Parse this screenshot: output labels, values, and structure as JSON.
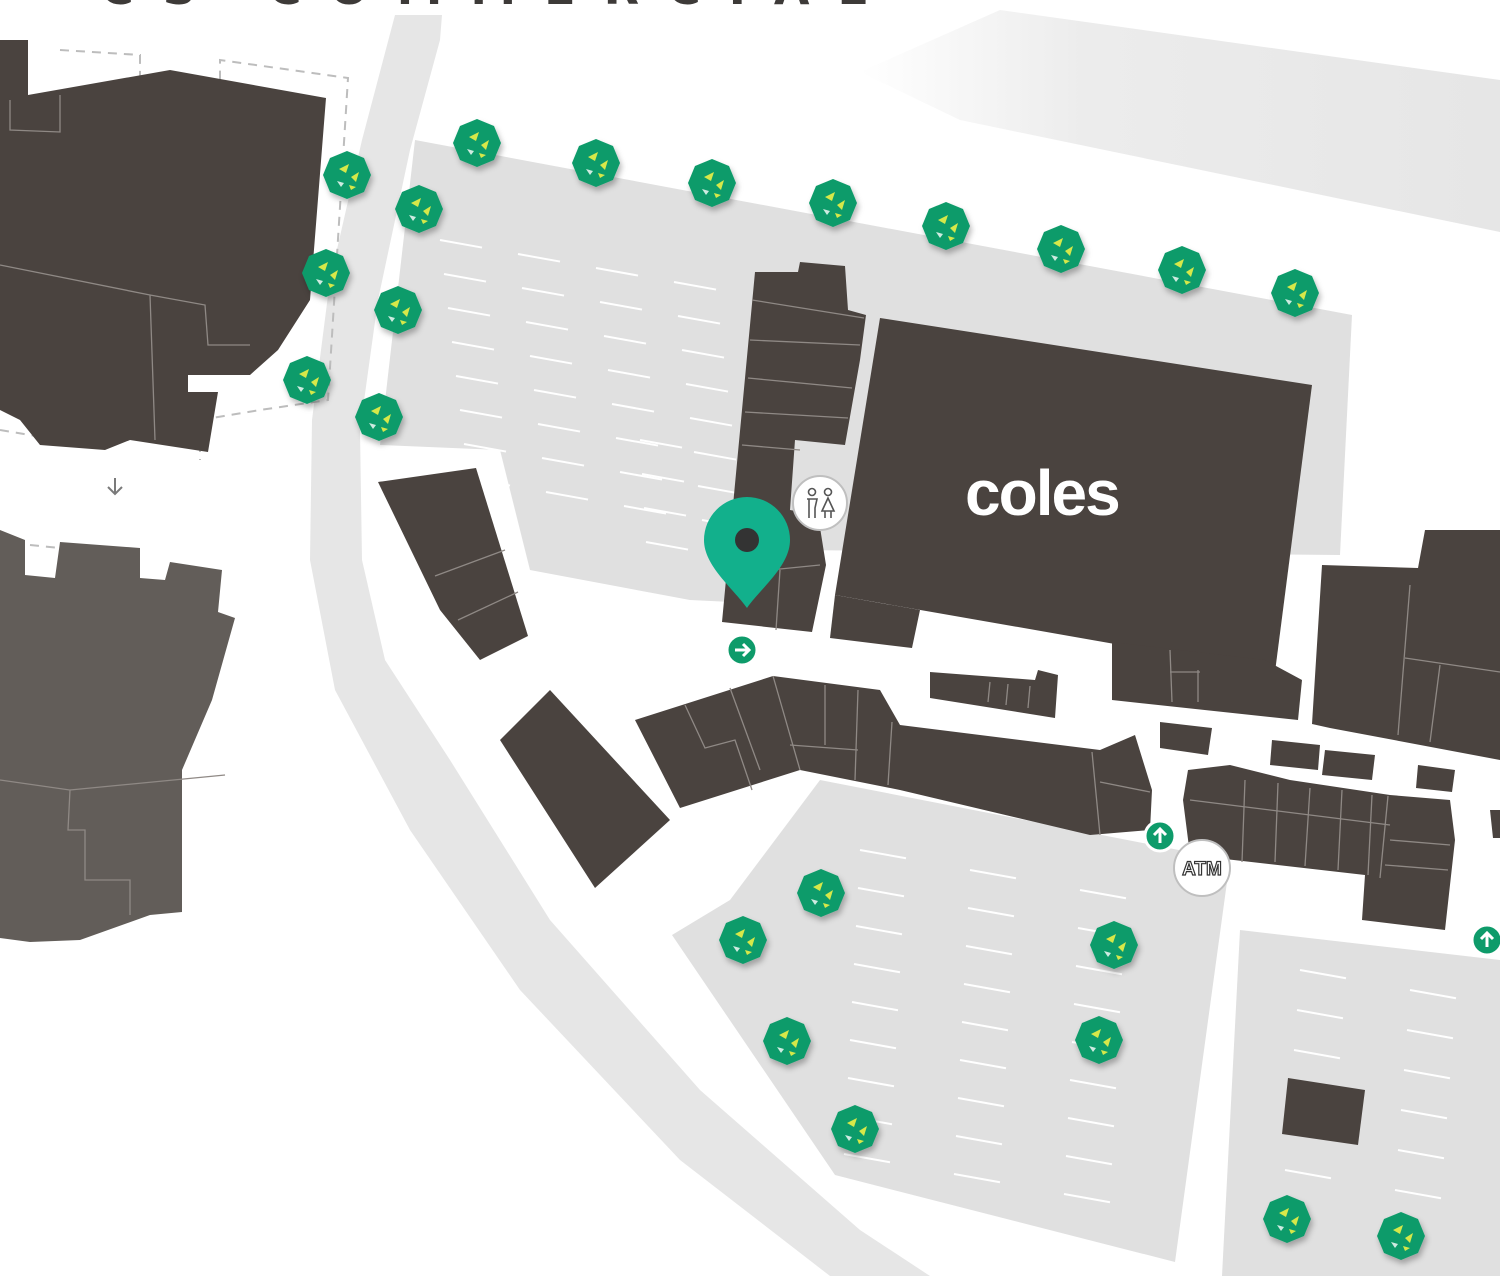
{
  "map": {
    "street_label": "CS COMMERCIAL",
    "anchor_store": "coles",
    "atm_label": "ATM",
    "colors": {
      "building": "#4a433f",
      "building_faded": "#625d59",
      "carpark": "#e0e0e0",
      "road": "#e6e6e6",
      "tree": "#0e9b6a",
      "tree_accent": "#d6e84a",
      "marker": "#12b08c",
      "bay_line": "#ffffff"
    },
    "icons": {
      "location": "location-pin-icon",
      "toilets": "toilets-icon",
      "atm": "atm-icon",
      "entrance": "entrance-arrow-icon",
      "tree": "tree-icon"
    }
  }
}
